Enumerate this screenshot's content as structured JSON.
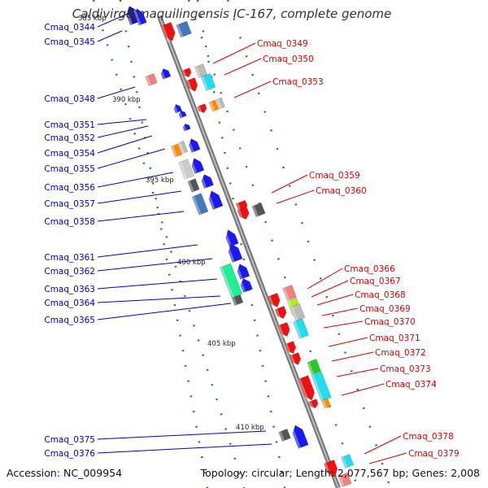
{
  "title": "Caldivirga maquilingensis IC-167, complete genome",
  "footer": {
    "accession": "Accession: NC_009954",
    "topology": "Topology: circular; Length: 2,077,567 bp; Genes: 2,008"
  },
  "colors": {
    "left_label": "#0000cc",
    "right_label": "#dd0000",
    "tick": "#1f8a1f",
    "backbone": "#999999"
  },
  "kbp_labels": [
    "385 kbp",
    "390 kbp",
    "395 kbp",
    "400 kbp",
    "405 kbp",
    "410 kbp"
  ],
  "left_genes": [
    "Cmaq_0344",
    "Cmaq_0345",
    "Cmaq_0348",
    "Cmaq_0351",
    "Cmaq_0352",
    "Cmaq_0354",
    "Cmaq_0355",
    "Cmaq_0356",
    "Cmaq_0357",
    "Cmaq_0358",
    "Cmaq_0361",
    "Cmaq_0362",
    "Cmaq_0363",
    "Cmaq_0364",
    "Cmaq_0365",
    "Cmaq_0375",
    "Cmaq_0376"
  ],
  "right_genes": [
    "Cmaq_0349",
    "Cmaq_0350",
    "Cmaq_0353",
    "Cmaq_0359",
    "Cmaq_0360",
    "Cmaq_0366",
    "Cmaq_0367",
    "Cmaq_0368",
    "Cmaq_0369",
    "Cmaq_0370",
    "Cmaq_0371",
    "Cmaq_0372",
    "Cmaq_0373",
    "Cmaq_0374",
    "Cmaq_0378",
    "Cmaq_0379"
  ]
}
